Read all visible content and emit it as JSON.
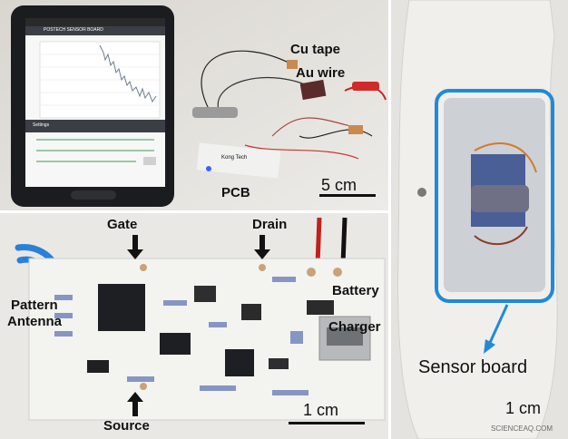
{
  "panel_a": {
    "phone_app_header": "POSTECH SENSOR BOARD",
    "phone_settings_header": "Settings",
    "labels": {
      "cu_tape": "Cu tape",
      "au_wire": "Au wire",
      "pcb": "PCB",
      "pcb_brand": "Kong Tech"
    },
    "scale_bar": "5 cm"
  },
  "panel_b": {
    "labels": {
      "gate": "Gate",
      "drain": "Drain",
      "source": "Source",
      "pattern": "Pattern",
      "antenna": "Antenna",
      "battery": "Battery",
      "charger": "Charger"
    },
    "scale_bar": "1 cm"
  },
  "panel_c": {
    "labels": {
      "sensor_board": "Sensor board"
    },
    "scale_bar": "1 cm",
    "watermark": "SCIENCEAQ.COM"
  },
  "colors": {
    "highlight_blue": "#1f8ad8",
    "wifi_blue": "#2a80d8",
    "pcb_white": "#f3f3f0"
  }
}
